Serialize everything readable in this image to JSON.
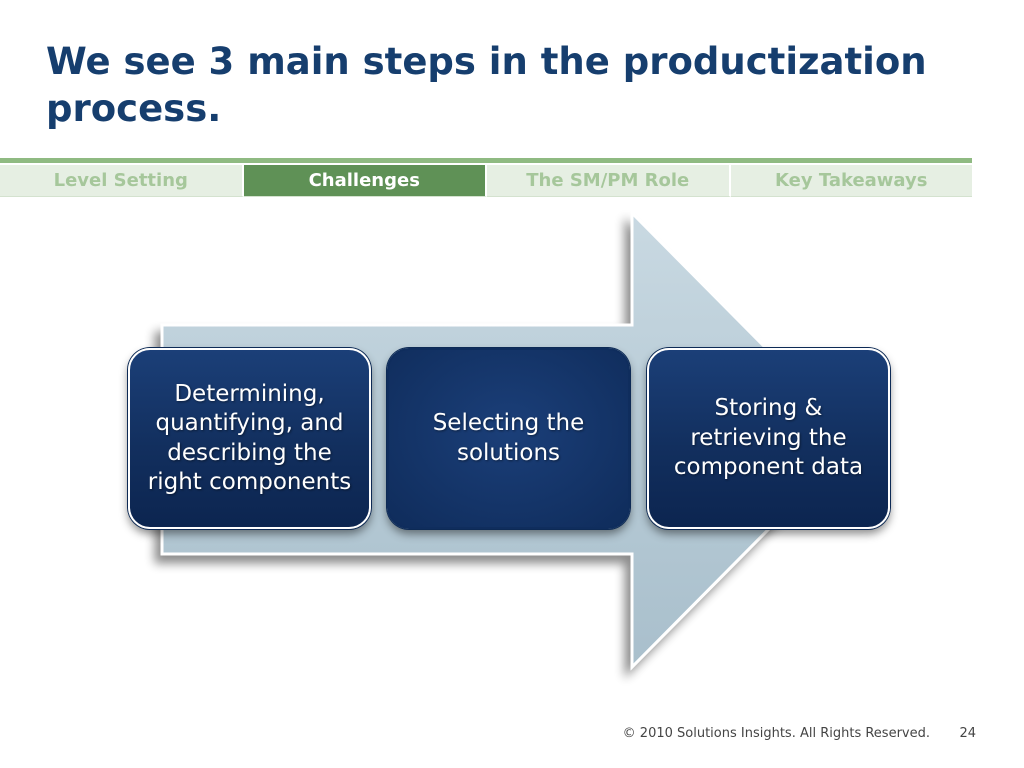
{
  "slide": {
    "title": "We see 3 main steps in the productization process."
  },
  "nav": {
    "tabs": [
      {
        "label": "Level Setting",
        "active": false
      },
      {
        "label": "Challenges",
        "active": true
      },
      {
        "label": "The SM/PM Role",
        "active": false
      },
      {
        "label": "Key Takeaways",
        "active": false
      }
    ]
  },
  "diagram": {
    "steps": [
      {
        "label": "Determining, quantifying, and describing the right components"
      },
      {
        "label": "Selecting the solutions"
      },
      {
        "label": "Storing & retrieving the component data"
      }
    ]
  },
  "footer": {
    "copyright": "© 2010 Solutions Insights. All Rights Reserved.",
    "page_number": "24"
  },
  "colors": {
    "title": "#163e6e",
    "nav_active": "#5f9156",
    "nav_inactive_bg": "#e6efe3",
    "nav_inactive_text": "#a6c79b",
    "nav_rule": "#8fba82",
    "step_box": "#123264",
    "arrow": "#bccfd9"
  }
}
